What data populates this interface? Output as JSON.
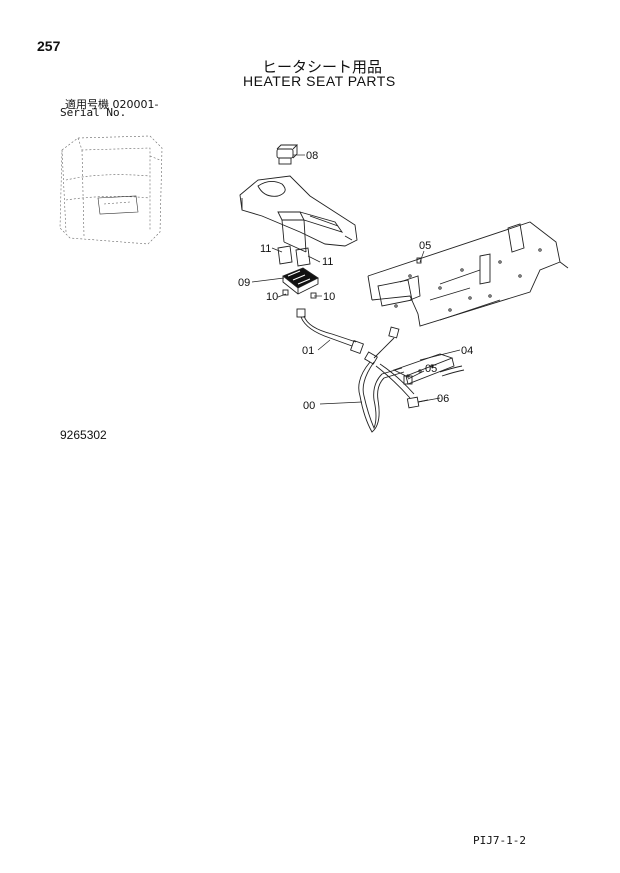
{
  "header": {
    "page_number": "257",
    "title_jp": "ヒータシート用品",
    "title_en": "HEATER SEAT PARTS",
    "serial_jp": "適用号機  020001-",
    "serial_en": "Serial No."
  },
  "callouts": {
    "c08": "08",
    "c05a": "05",
    "c11a": "11",
    "c11b": "11",
    "c09": "09",
    "c10a": "10",
    "c10b": "10",
    "c04": "04",
    "c05b": "05",
    "c01": "01",
    "c06": "06",
    "c00": "00"
  },
  "footer": {
    "drawing_number": "9265302",
    "code": "PIJ7-1-2"
  }
}
